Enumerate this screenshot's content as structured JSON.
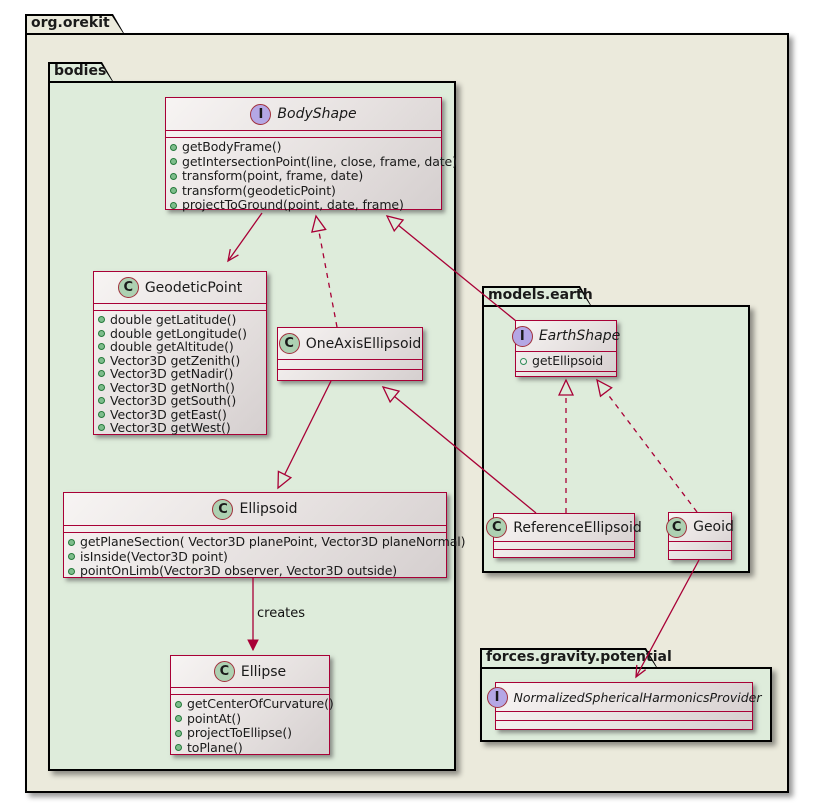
{
  "packages": {
    "orekit": {
      "label": "org.orekit"
    },
    "bodies": {
      "label": "bodies"
    },
    "models_earth": {
      "label": "models.earth"
    },
    "forces": {
      "label": "forces.gravity.potential"
    }
  },
  "classes": {
    "body_shape": {
      "kind": "I",
      "stereotype": "interface",
      "name": "BodyShape",
      "members": [
        "getBodyFrame()",
        "getIntersectionPoint(line, close, frame, date)",
        "transform(point, frame, date)",
        "transform(geodeticPoint)",
        "projectToGround(point, date, frame)"
      ]
    },
    "geodetic_point": {
      "kind": "C",
      "stereotype": "class",
      "name": "GeodeticPoint",
      "members": [
        "double getLatitude()",
        "double getLongitude()",
        "double getAltitude()",
        "Vector3D getZenith()",
        "Vector3D getNadir()",
        "Vector3D getNorth()",
        "Vector3D getSouth()",
        "Vector3D getEast()",
        "Vector3D getWest()"
      ]
    },
    "one_axis_ellipsoid": {
      "kind": "C",
      "stereotype": "class",
      "name": "OneAxisEllipsoid",
      "members": []
    },
    "earth_shape": {
      "kind": "I",
      "stereotype": "interface",
      "name": "EarthShape",
      "fields": [
        "getEllipsoid"
      ]
    },
    "reference_ellipsoid": {
      "kind": "C",
      "stereotype": "class",
      "name": "ReferenceEllipsoid",
      "members": []
    },
    "geoid": {
      "kind": "C",
      "stereotype": "class",
      "name": "Geoid",
      "members": []
    },
    "ellipsoid": {
      "kind": "C",
      "stereotype": "class",
      "name": "Ellipsoid",
      "members": [
        "getPlaneSection( Vector3D planePoint, Vector3D planeNormal)",
        "isInside(Vector3D point)",
        "pointOnLimb(Vector3D observer, Vector3D outside)"
      ]
    },
    "ellipse": {
      "kind": "C",
      "stereotype": "class",
      "name": "Ellipse",
      "members": [
        "getCenterOfCurvature()",
        "pointAt()",
        "projectToEllipse()",
        "toPlane()"
      ]
    },
    "nshp": {
      "kind": "I",
      "stereotype": "interface",
      "name": "NormalizedSphericalHarmonicsProvider",
      "members": []
    }
  },
  "relations": {
    "creates_label": "creates",
    "edges": [
      {
        "from": "BodyShape",
        "to": "GeodeticPoint",
        "type": "association"
      },
      {
        "from": "OneAxisEllipsoid",
        "to": "BodyShape",
        "type": "realization"
      },
      {
        "from": "EarthShape",
        "to": "BodyShape",
        "type": "generalization"
      },
      {
        "from": "OneAxisEllipsoid",
        "to": "Ellipsoid",
        "type": "generalization"
      },
      {
        "from": "ReferenceEllipsoid",
        "to": "OneAxisEllipsoid",
        "type": "generalization"
      },
      {
        "from": "ReferenceEllipsoid",
        "to": "EarthShape",
        "type": "realization"
      },
      {
        "from": "Geoid",
        "to": "EarthShape",
        "type": "realization"
      },
      {
        "from": "Ellipsoid",
        "to": "Ellipse",
        "type": "association",
        "label": "creates"
      },
      {
        "from": "Geoid",
        "to": "NormalizedSphericalHarmonicsProvider",
        "type": "association"
      }
    ]
  },
  "colors": {
    "outer_package_fill": "#EBEADC",
    "inner_package_fill": "#DEECDB",
    "package_border": "#000000",
    "class_border": "#A80036",
    "arrow": "#A80036",
    "interface_icon_fill": "#B4A7E5",
    "class_icon_fill": "#ADD1B2",
    "method_dot_fill": "#7EBD8C"
  }
}
